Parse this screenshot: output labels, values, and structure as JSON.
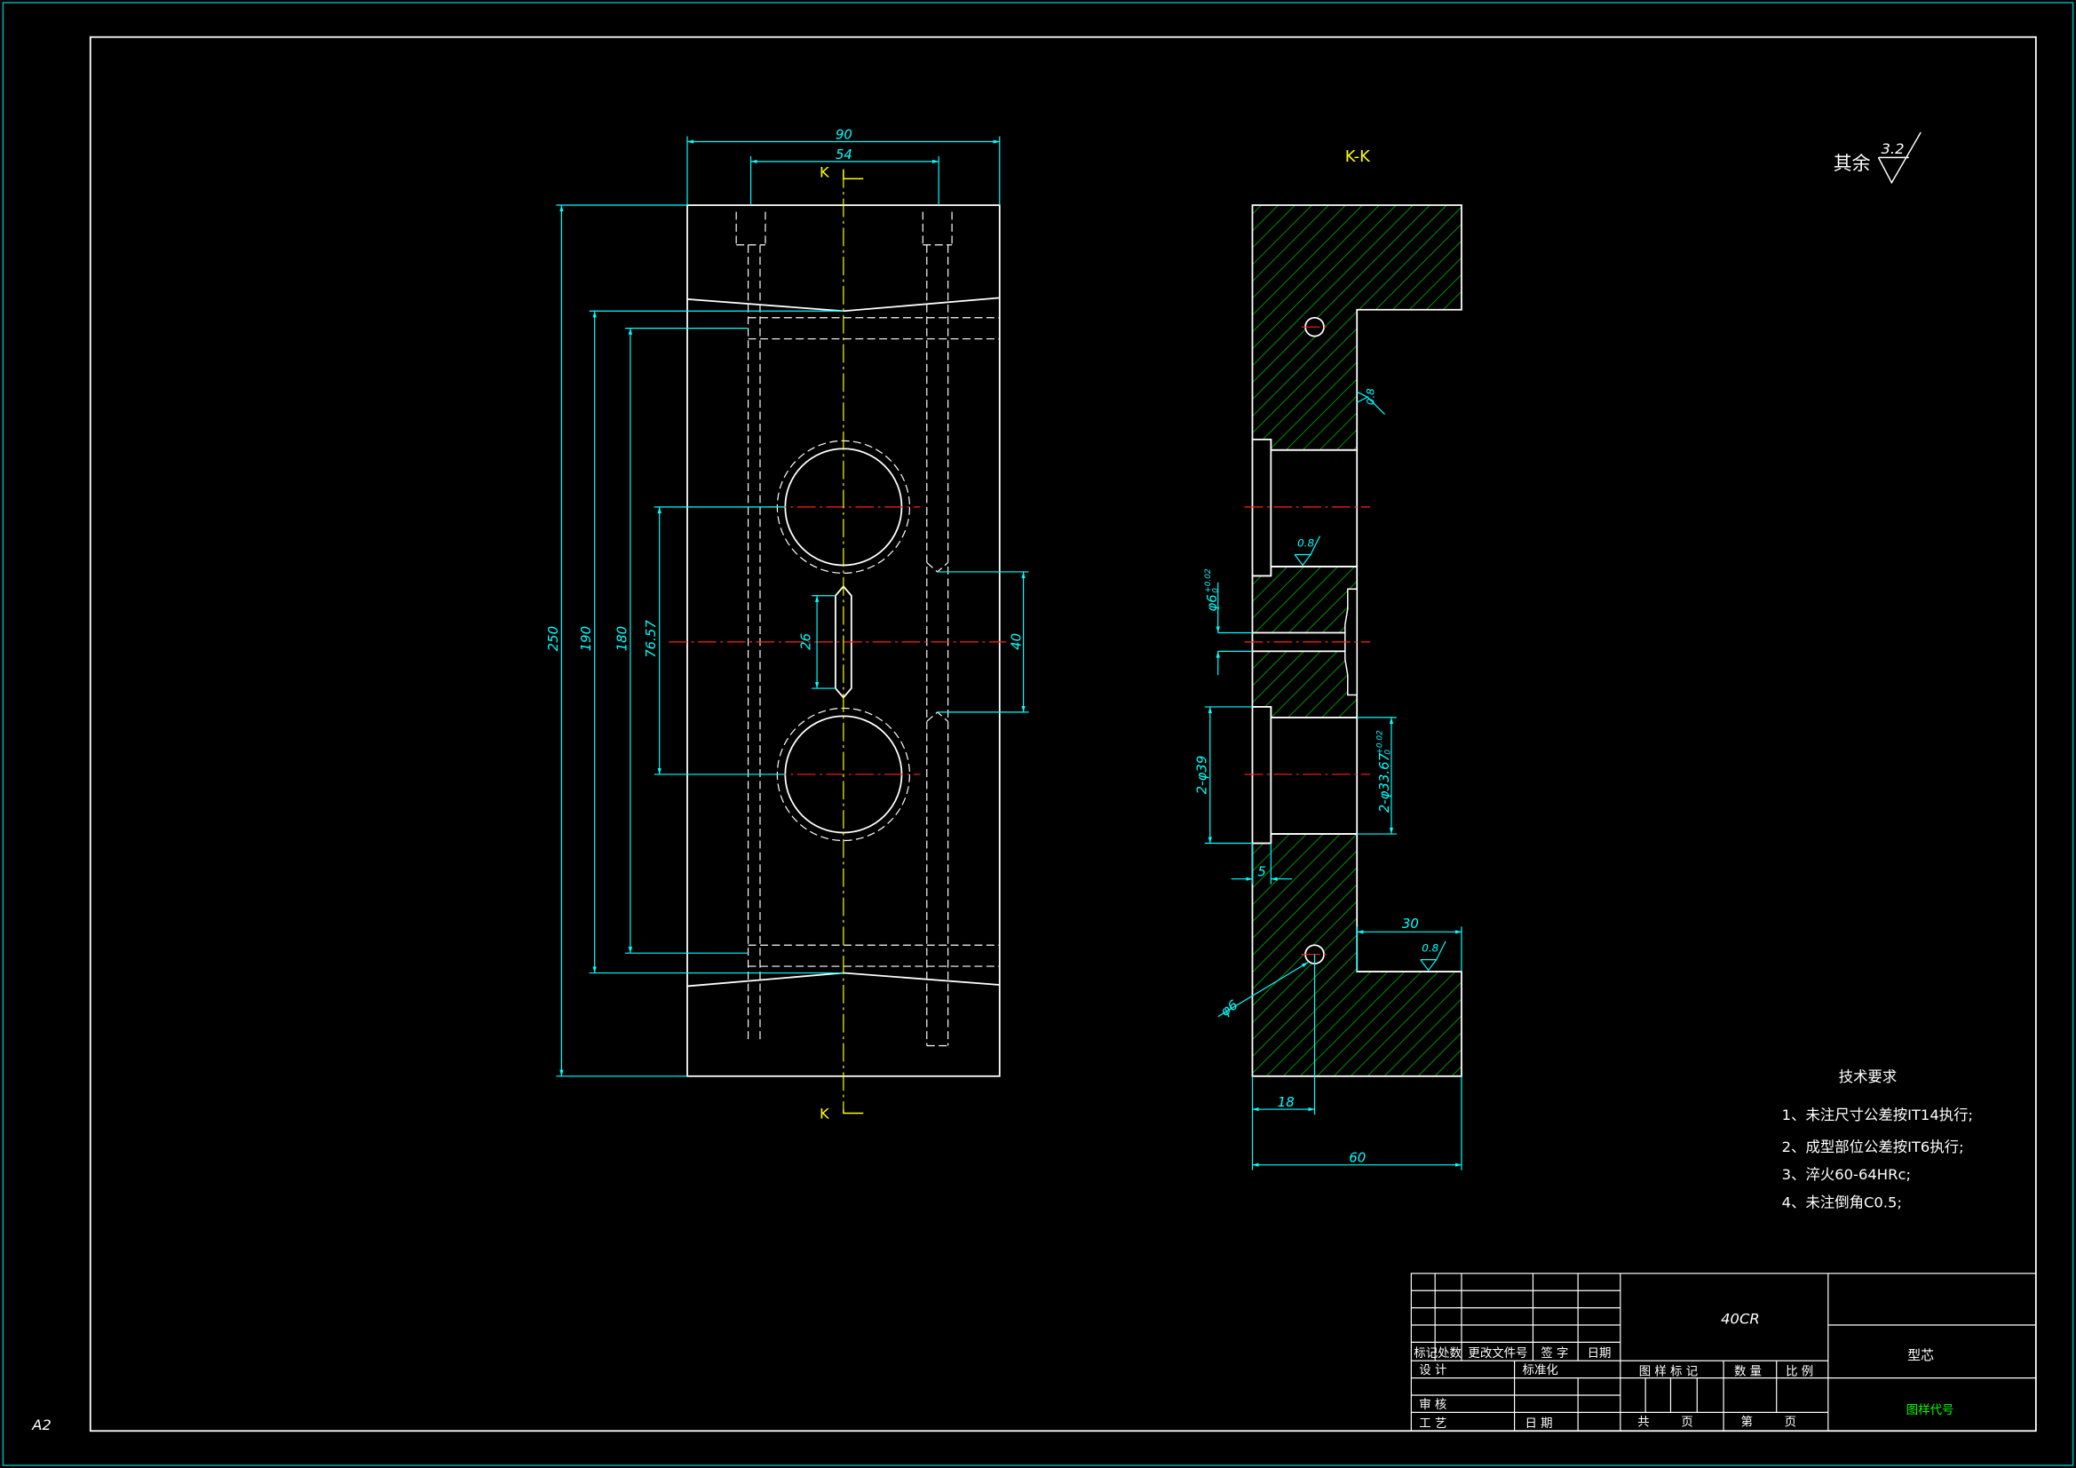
{
  "sheet": {
    "format": "A2"
  },
  "front_view": {
    "section_mark_top": "K",
    "section_mark_bottom": "K",
    "dims": {
      "overall_width": "90",
      "pin_spacing": "54",
      "overall_height": "250",
      "inner_height": "190",
      "inner_height_2": "180",
      "hole_spacing": "76.57",
      "slot_length": "26",
      "side_spacing": "40"
    }
  },
  "section_view": {
    "title": "K-K",
    "dims": {
      "pin_hole": "φ6",
      "pin_hole_x": "18",
      "width": "60",
      "step": "30",
      "counterbore": "2-φ39",
      "counterbore_depth": "5",
      "bore": "2-φ33.67",
      "bore_tol_upper": "+0.02",
      "bore_tol_lower": "0",
      "center_hole": "φ6",
      "center_tol_upper": "+0.02",
      "center_tol_lower": "0"
    },
    "roughness": [
      "0.8",
      "0.8",
      "0.8"
    ]
  },
  "general_roughness": {
    "prefix": "其余",
    "value": "3.2"
  },
  "tech_requirements": {
    "title": "技术要求",
    "items": [
      "1、未注尺寸公差按IT14执行;",
      "2、成型部位公差按IT6执行;",
      "3、淬火60-64HRc;",
      "4、未注倒角C0.5;"
    ]
  },
  "title_block": {
    "material": "40CR",
    "part_name": "型芯",
    "drawing_no_label": "图样代号",
    "rev_headers": [
      "标记",
      "处数",
      "更改文件号",
      "签 字",
      "日期"
    ],
    "row_design": "设 计",
    "row_standard": "标准化",
    "row_check": "审 核",
    "row_process": "工 艺",
    "row_date": "日 期",
    "headers_mid": [
      "图 样 标 记",
      "数 量",
      "比 例"
    ],
    "sheet_total": "共",
    "sheet_unit": "页",
    "sheet_no": "第",
    "sheet_unit2": "页"
  },
  "colors": {
    "outline": "#ffffff",
    "dimension": "#00ffff",
    "centerline": "#ff2020",
    "hatch": "#00c000",
    "label_yellow": "#ffff00",
    "border_cyan": "#00b0b0",
    "name_green": "#00ff00"
  }
}
